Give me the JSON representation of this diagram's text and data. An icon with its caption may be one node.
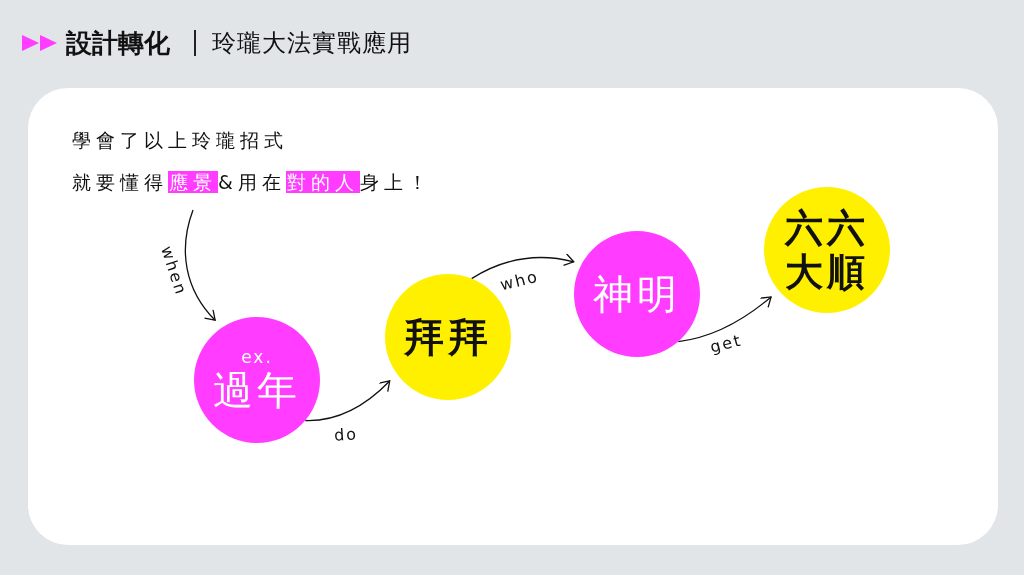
{
  "diagram": {
    "title": "設計轉化",
    "nodes": [
      {
        "text": [
          "ex.",
          "過年"
        ]
      },
      {
        "text": [
          "拜拜"
        ]
      },
      {
        "text": [
          "神明"
        ]
      },
      {
        "text": [
          "六六大順"
        ]
      }
    ],
    "edges": [
      {
        "from": null,
        "to": 0,
        "arrow": "to",
        "label": "when"
      },
      {
        "from": 0,
        "to": 1,
        "arrow": "to",
        "label": "do"
      },
      {
        "from": 1,
        "to": 2,
        "arrow": "to",
        "label": "who"
      },
      {
        "from": 2,
        "to": 3,
        "arrow": "to",
        "label": "get"
      }
    ],
    "labels": [
      "玲瓏大法實戰應用",
      "學會了以上玲瓏招式",
      "就要懂得**應景**&用在**對的人**身上！"
    ]
  }
}
